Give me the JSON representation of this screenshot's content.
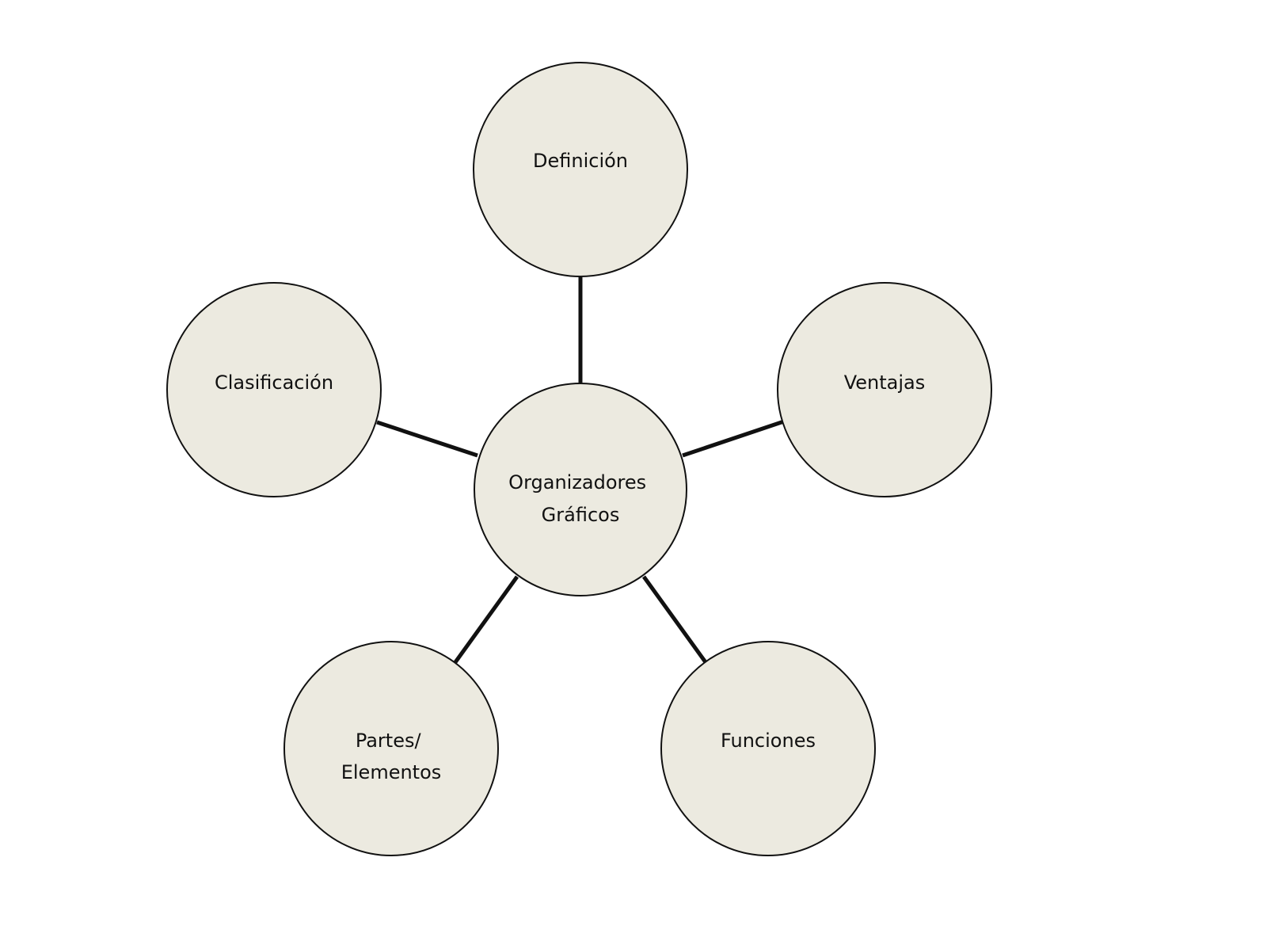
{
  "diagram": {
    "center": {
      "lines": [
        "Organizadores",
        "Gráficos"
      ]
    },
    "nodes": [
      {
        "id": "definicion",
        "lines": [
          "Definición"
        ]
      },
      {
        "id": "ventajas",
        "lines": [
          "Ventajas"
        ]
      },
      {
        "id": "funciones",
        "lines": [
          "Funciones"
        ]
      },
      {
        "id": "partes-elementos",
        "lines": [
          "Partes/",
          "Elementos"
        ]
      },
      {
        "id": "clasificacion",
        "lines": [
          "Clasificación"
        ]
      }
    ],
    "colors": {
      "fill": "#eceae0",
      "stroke": "#111111"
    }
  }
}
